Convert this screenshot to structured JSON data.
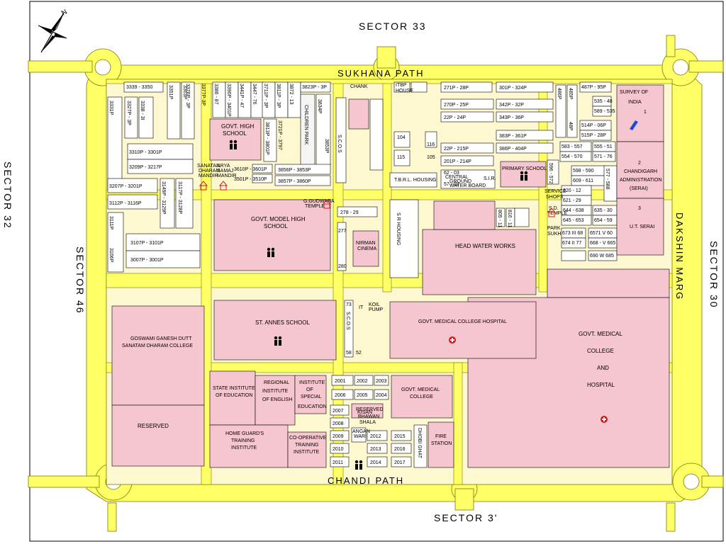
{
  "roads": {
    "north": "SUKHANA PATH",
    "south": "CHANDI PATH",
    "east": "DAKSHIN MARG"
  },
  "sectors": {
    "north": "SECTOR 33",
    "south": "SECTOR 3'",
    "west_outer": "SECTOR 32",
    "west_inner": "SECTOR 46",
    "east": "SECTOR 30"
  },
  "compass": {
    "letter": "N"
  },
  "institutions": {
    "govt_high_school": [
      "GOVT. HIGH",
      "SCHOOL"
    ],
    "children_park": "CHILDREN PARK",
    "sanatan_dharam_mandir": [
      "SANATAN",
      "DHARAM",
      "MANDIR"
    ],
    "arya_samaj_mandir": [
      "ARYA",
      "SAMAJ",
      "MANDIR"
    ],
    "gurudwara_temple": [
      "G.GUDWARA",
      "TEMPLE"
    ],
    "govt_model_high_school": [
      "GOVT. MODEL HIGH",
      "SCHOOL"
    ],
    "nirman_cinema": [
      "NIRMAN",
      "CINEMA"
    ],
    "st_annes_school": "ST. ANNES SCHOOL",
    "goswami_college": [
      "GOSWAMI GANESH DUTT",
      "SANATAM DHARAM COLLEGE"
    ],
    "reserved_west": "RESERVED",
    "state_institute": [
      "STATE INSTITUTE",
      "OF EDUCATION"
    ],
    "regional_institute": [
      "REGIONAL",
      "INSTITUTE",
      "OF ENGLISH"
    ],
    "institute_special": [
      "INSTITUTE",
      "OF",
      "SPECIAL",
      "EDUCATION"
    ],
    "home_guards": [
      "HOME GUARD'S",
      "TRAINING",
      "INSTITUTE"
    ],
    "cooperative": [
      "CO-OPERATIVE",
      "TRAINING",
      "INSTITUTE"
    ],
    "govt_medical_college": [
      "GOVT. MEDICAL",
      "COLLEGE"
    ],
    "reserved_south": "RESERVED",
    "fire_station": [
      "FIRE",
      "STATION"
    ],
    "dhobi_ghat": "DHOBI GHAT",
    "head_water_works": "HEAD WATER WORKS",
    "govt_medical_college_hospital": "GOVT. MEDICAL COLLEGE HOSPITAL",
    "gmch_big": [
      "GOVT. MEDICAL",
      "COLLEGE",
      "AND",
      "HOSPITAL"
    ],
    "primary_school": "PRIMARY SCHOOL",
    "tbrl_housing": "T.B.R.L. HOUSING",
    "sr_housing": "S R HOUSING",
    "survey_of_india": [
      "SURVEY OF",
      "INDIA",
      "1"
    ],
    "chandigarh_admin": [
      "2",
      "CHANDIGARH",
      "ADMINISTRATION",
      "(SERAI)"
    ],
    "ut_serai": [
      "3",
      "U.T. SERAI"
    ],
    "service_shops": [
      "SERVICE",
      "SHOPS"
    ],
    "sd_temple": [
      "S.D.",
      "TEMPLE"
    ],
    "scos_north": "S.C.O.S",
    "scos_south": "S.C.O.S",
    "kisan_bhawan": [
      "KISAN",
      "BHAWAN",
      "SHALA"
    ],
    "anganwari": [
      "ANGAN",
      "WARI"
    ],
    "central_ground_water": [
      "CENTRAL",
      "GROUND",
      "WATER BOARD"
    ],
    "it_pump": "IT",
    "petrol_pump": [
      "KOIL",
      "PUMP"
    ],
    "chd_booth": "CHANK",
    "itbp_house": [
      "ITBP",
      "HOUSE"
    ],
    "park_sukh": [
      "PARK",
      "SUKH"
    ]
  },
  "plots": {
    "p1": "3339 - 3350",
    "p2": "3327P - 3P",
    "p3": "3338 - 3I",
    "p4": "3351P",
    "p5": "3363P",
    "p6": "3331P",
    "p7": "3310P - 3301P",
    "p8": "3209P - 3217P",
    "p9": "3207P - 3201P",
    "p10": "3112P - 3116P",
    "p11": "3149P - 3129P",
    "p12": "3117P - 3128P",
    "p13": "3111P",
    "p14": "3106P",
    "p15": "3107P - 3101P",
    "p16": "3007P - 3001P",
    "p17": "3376P - 3P",
    "p18": "3377P-3P",
    "p19": "3386 - 87",
    "p20": "3390P - 3401P",
    "p21": "3441P - 47",
    "p22": "3447 - 76",
    "p23": "3711P - 3P",
    "p24": "3811P - 3P",
    "p25": "3872 - 13",
    "p26": "3813P - 3801P",
    "p27": "3721P - 3797",
    "p28": "3823P - 3P",
    "p29": "3834P",
    "p30": "3853P",
    "p31": "3610P - 3601P",
    "p32": "3501P - 3510P",
    "p33": "3856P - 3853P",
    "p34": "3857P - 3860P",
    "p35": "278 - 29",
    "p36": "277",
    "p37": "280",
    "p38": "271P - 28P",
    "p39": "270P - 25P",
    "p40": "22P - 24P",
    "p41": "301P - 324P",
    "p42": "342P - 32P",
    "p43": "343P - 36P",
    "p44": "383P - 361P",
    "p45": "386P - 404P",
    "p46": "22P - 215P",
    "p47": "201P - 214P",
    "p48": "487P - 95P",
    "p49": "535 - 48",
    "p50": "589 - 535",
    "p51": "514P - 06P",
    "p52": "515P - 28P",
    "p53": "583 - 557",
    "p54": "554 - 570",
    "p55": "555 - 51",
    "p56": "571 - 76",
    "p57": "598 - 590",
    "p58": "609 - 611",
    "p59": "577 - 588",
    "p60": "620 - 12",
    "p61": "621 - 29",
    "p62": "644 - 638",
    "p63": "645 - 653",
    "p64": "635 - 30",
    "p65": "654 - 59",
    "p66": "673 III 68",
    "p67": "674 II 77",
    "p68": "6571 V 60",
    "p69": "668 - V 665",
    "p70": "690 W 685",
    "p71": "596 - 572",
    "p72": "486P",
    "p73": "485P",
    "p74": "48P",
    "p75": "62 - 03",
    "p76": "57 - 02",
    "p77": "S.I.R.",
    "p78": "805 - 11",
    "p79": "816 - 11",
    "p80": "2001",
    "p81": "2002",
    "p82": "2003",
    "p83": "2006",
    "p84": "2005",
    "p85": "2004",
    "p86": "2007",
    "p87": "2008",
    "p88": "2009",
    "p89": "2010",
    "p90": "2011",
    "p91": "2012",
    "p92": "2015",
    "p93": "2013",
    "p94": "2016",
    "p95": "2014",
    "p96": "2017",
    "p97": "73",
    "p98": "58",
    "p99": "52",
    "p100": "104",
    "p101": "116",
    "p102": "115",
    "p103": "105"
  },
  "colors": {
    "road": "#ffff66",
    "road_edge": "#7a7a00",
    "institution": "#f5c6cf",
    "residential": "#ffffff",
    "open": "#fdf8cf",
    "icon_red": "#d61a1a",
    "icon_blue": "#1a4ad6"
  }
}
